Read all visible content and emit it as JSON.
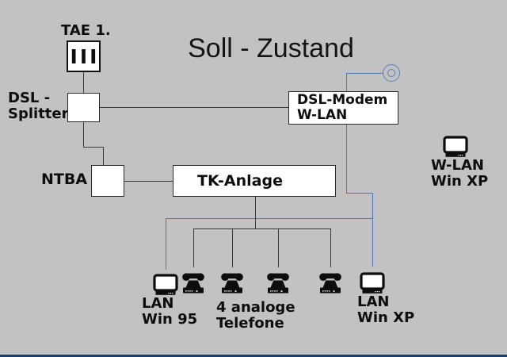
{
  "title": "Soll - Zustand",
  "colors": {
    "background": "#c2c2c2",
    "connector": "#3a3a3a",
    "wlan_wire_blue": "#4d7ab5",
    "box_fill": "#ffffff",
    "box_border": "#2a2a2a",
    "text": "#0d0d0d",
    "bottom_edge_bar": "#1c3e6e"
  },
  "nodes": {
    "tae": {
      "label": "TAE 1.",
      "slots": "III"
    },
    "dsl_splitter": {
      "label_line1": "DSL -",
      "label_line2": "Splitter"
    },
    "ntba": {
      "label": "NTBA"
    },
    "tk_anlage": {
      "label": "TK-Anlage"
    },
    "dsl_modem": {
      "label_line1": "DSL-Modem",
      "label_line2": "W-LAN"
    },
    "wlan_pc": {
      "label_line1": "W-LAN",
      "label_line2": "Win XP"
    },
    "lan_pc_win95": {
      "label_line1": "LAN",
      "label_line2": "Win 95"
    },
    "analog_phones": {
      "label_line1": "4 analoge",
      "label_line2": "Telefone"
    },
    "lan_pc_winxp": {
      "label_line1": "LAN",
      "label_line2": "Win XP"
    }
  },
  "icons": {
    "antenna": "wlan-antenna-icon",
    "phone_count": 4,
    "monitor_count": 3
  }
}
